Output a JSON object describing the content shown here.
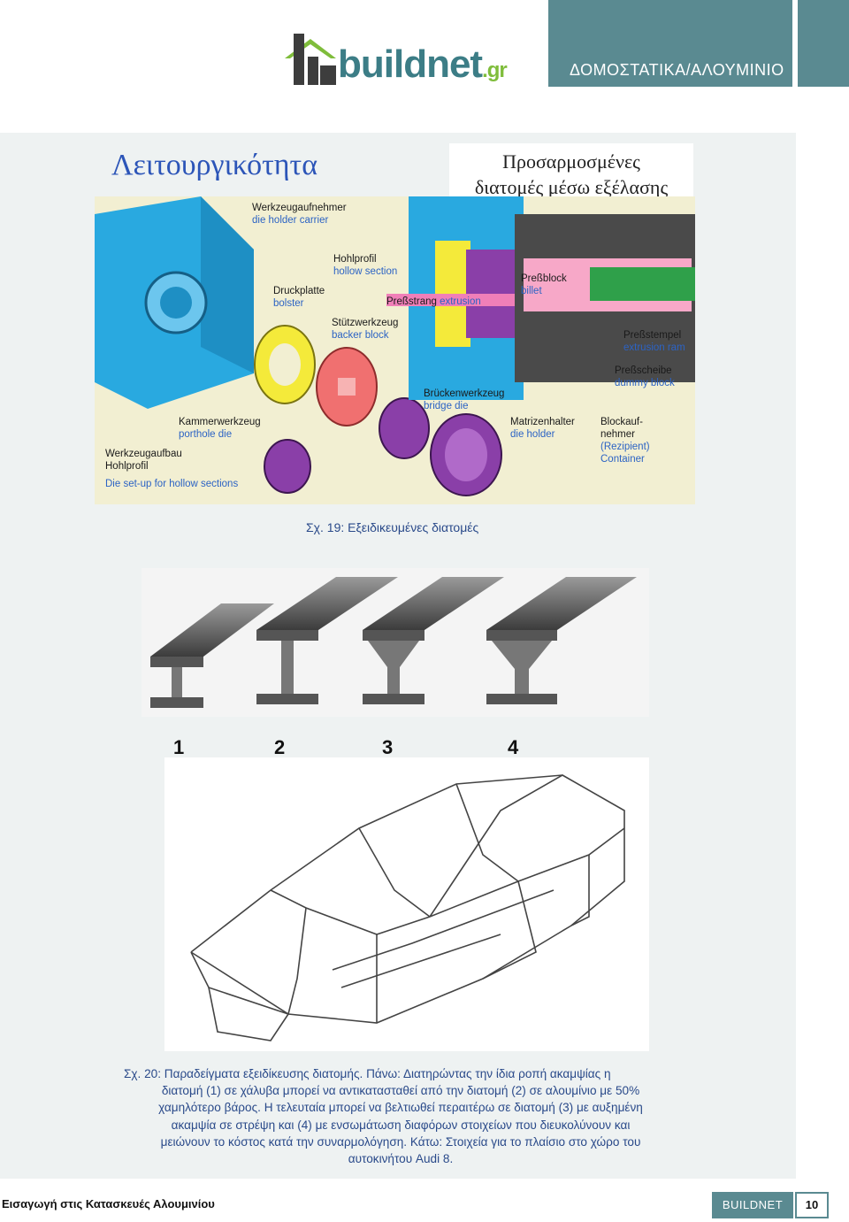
{
  "header": {
    "logo_text": "buildnet",
    "logo_suffix": ".gr",
    "category": "ΔΟΜΟΣΤΑΤΙΚΑ/ΑΛΟΥΜΙΝΙΟ"
  },
  "titles": {
    "left": "Λειτουργικότητα",
    "right_line1": "Προσαρμοσμένες",
    "right_line2": "διατομές μέσω εξέλασης"
  },
  "figure19": {
    "labels": [
      {
        "de": "Werkzeugaufnehmer",
        "en": "die holder carrier"
      },
      {
        "de": "Hohlprofil",
        "en": "hollow section"
      },
      {
        "de": "Druckplatte",
        "en": "bolster"
      },
      {
        "de": "Stützwerkzeug",
        "en": "backer block"
      },
      {
        "de": "Preßblock",
        "en": "billet"
      },
      {
        "de": "Preßstrang",
        "en": "extrusion"
      },
      {
        "de": "Preßstempel",
        "en": "extrusion ram"
      },
      {
        "de": "Preßscheibe",
        "en": "dummy block"
      },
      {
        "de": "Brückenwerkzeug",
        "en": "bridge die"
      },
      {
        "de": "Kammerwerkzeug",
        "en": "porthole die"
      },
      {
        "de": "Matrizenhalter",
        "en": "die holder"
      },
      {
        "de": "Blockauf-",
        "en": ""
      },
      {
        "de": "nehmer",
        "en": ""
      },
      {
        "de": "(Rezipient)",
        "en": ""
      },
      {
        "de": "Container",
        "en": ""
      },
      {
        "de": "Werkzeugaufbau",
        "en": ""
      },
      {
        "de": "Hohlprofil",
        "en": ""
      },
      {
        "de": "Die set-up for hollow sections",
        "en": ""
      }
    ],
    "caption": "Σχ. 19: Εξειδικευμένες διατομές"
  },
  "figure20": {
    "numbers": [
      "1",
      "2",
      "3",
      "4"
    ],
    "caption_lead": "Σχ. 20: Παραδείγματα εξειδίκευσης διατομής.",
    "caption_line1": "Πάνω: Διατηρώντας την ίδια ροπή ακαμψίας η",
    "caption_line2": "διατομή (1) σε χάλυβα μπορεί να αντικατασταθεί από την διατομή (2) σε αλουμίνιο με 50%",
    "caption_line3": "χαμηλότερο βάρος. Η τελευταία μπορεί να βελτιωθεί περαιτέρω σε διατομή (3) με αυξημένη",
    "caption_line4": "ακαμψία σε στρέψη και (4) με ενσωμάτωση διαφόρων στοιχείων που διευκολύνουν και",
    "caption_line5": "μειώνουν το κόστος κατά την συναρμολόγηση. Κάτω: Στοιχεία για το πλαίσιο στο χώρο του",
    "caption_line6": "αυτοκινήτου Audi 8."
  },
  "footer": {
    "left": "Εισαγωγή στις Κατασκευές Αλουμινίου",
    "brand": "BUILDNET",
    "page": "10"
  }
}
